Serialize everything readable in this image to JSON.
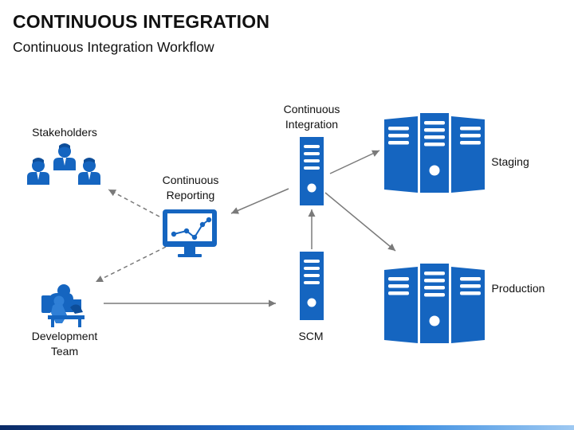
{
  "header": {
    "title": "CONTINUOUS INTEGRATION",
    "subtitle": "Continuous Integration Workflow"
  },
  "nodes": {
    "stakeholders": "Stakeholders",
    "continuous_reporting": "Continuous\nReporting",
    "continuous_integration": "Continuous\nIntegration",
    "staging": "Staging",
    "production": "Production",
    "development_team": "Development\nTeam",
    "scm": "SCM"
  },
  "colors": {
    "accent": "#1565C0",
    "arrow": "#7a7a7a"
  },
  "icons": {
    "stakeholders": "people-group-icon",
    "reporting": "monitor-chart-icon",
    "server": "server-tower-icon",
    "rack": "server-rack-icon",
    "developers": "developers-at-desk-icon"
  }
}
